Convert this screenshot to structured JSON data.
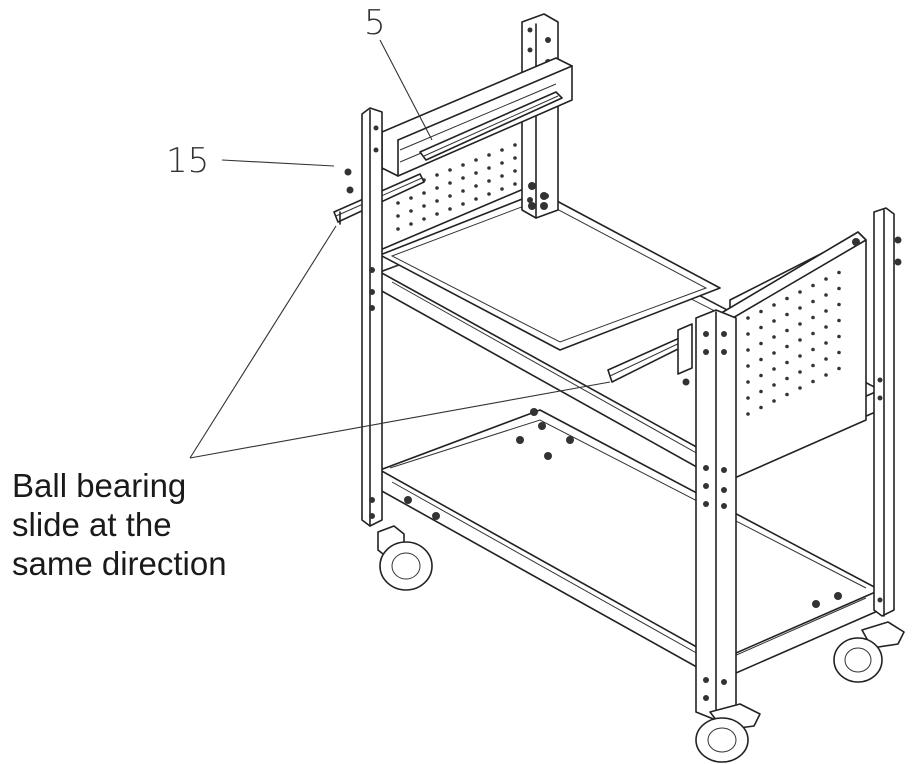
{
  "callouts": {
    "part_5": "5",
    "part_15": "15"
  },
  "annotation": {
    "line1": "Ball bearing",
    "line2": "slide at the",
    "line3": "same direction"
  }
}
